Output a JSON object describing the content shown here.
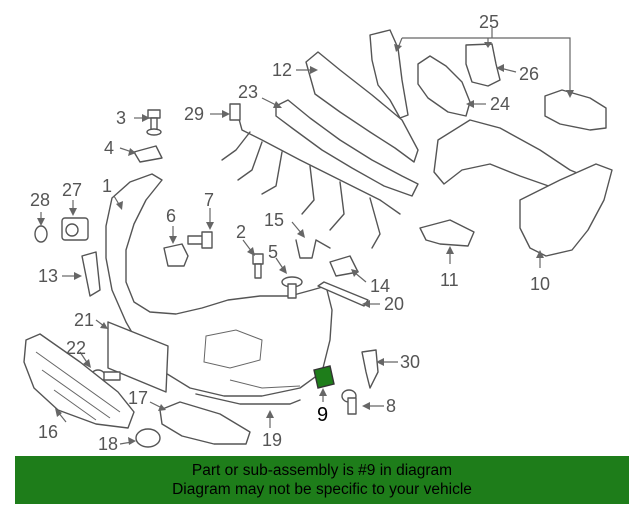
{
  "callouts": [
    {
      "id": "25",
      "label": "25"
    },
    {
      "id": "12",
      "label": "12"
    },
    {
      "id": "26",
      "label": "26"
    },
    {
      "id": "3",
      "label": "3"
    },
    {
      "id": "23",
      "label": "23"
    },
    {
      "id": "29",
      "label": "29"
    },
    {
      "id": "24",
      "label": "24"
    },
    {
      "id": "4",
      "label": "4"
    },
    {
      "id": "1",
      "label": "1"
    },
    {
      "id": "28",
      "label": "28"
    },
    {
      "id": "27",
      "label": "27"
    },
    {
      "id": "7",
      "label": "7"
    },
    {
      "id": "6",
      "label": "6"
    },
    {
      "id": "15",
      "label": "15"
    },
    {
      "id": "2",
      "label": "2"
    },
    {
      "id": "5",
      "label": "5"
    },
    {
      "id": "13",
      "label": "13"
    },
    {
      "id": "11",
      "label": "11"
    },
    {
      "id": "14",
      "label": "14"
    },
    {
      "id": "10",
      "label": "10"
    },
    {
      "id": "20",
      "label": "20"
    },
    {
      "id": "21",
      "label": "21"
    },
    {
      "id": "22",
      "label": "22"
    },
    {
      "id": "30",
      "label": "30"
    },
    {
      "id": "9",
      "label": "9",
      "highlighted": true
    },
    {
      "id": "8",
      "label": "8"
    },
    {
      "id": "17",
      "label": "17"
    },
    {
      "id": "16",
      "label": "16"
    },
    {
      "id": "18",
      "label": "18"
    },
    {
      "id": "19",
      "label": "19"
    }
  ],
  "banner": {
    "line1": "Part or sub-assembly is #9 in diagram",
    "line2": "Diagram may not be specific to your vehicle"
  },
  "colors": {
    "highlight": "#1e7d1a",
    "banner_bg": "#1e7d1a",
    "line": "#555555"
  }
}
